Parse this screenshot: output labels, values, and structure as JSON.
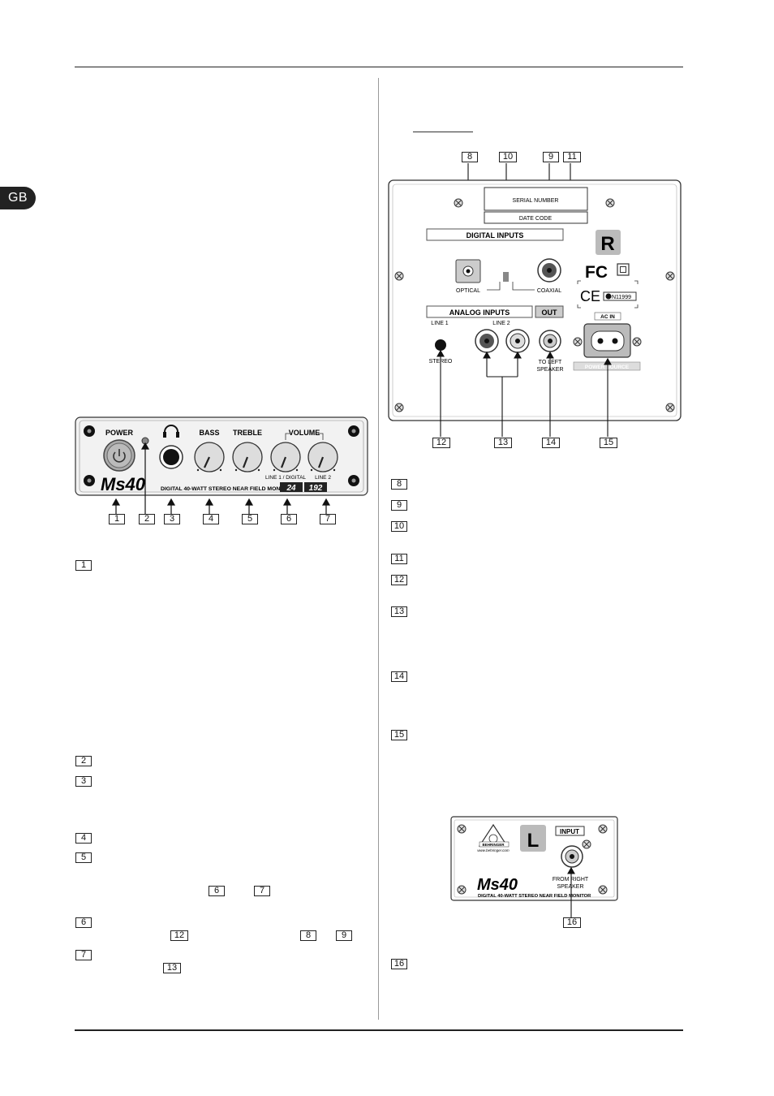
{
  "language_tab": "GB",
  "callouts": [
    "1",
    "2",
    "3",
    "4",
    "5",
    "6",
    "7",
    "8",
    "9",
    "10",
    "11",
    "12",
    "13",
    "14",
    "15",
    "16"
  ],
  "front_panel": {
    "power": "POWER",
    "bass": "BASS",
    "treble": "TREBLE",
    "volume": "VOLUME",
    "line1_digital": "LINE 1 / DIGITAL",
    "line2": "LINE 2",
    "model": "Ms40",
    "subtitle": "DIGITAL 40-WATT STEREO NEAR FIELD MONITOR",
    "badge_left": "24",
    "badge_right": "192"
  },
  "rear_panel_right": {
    "serial_number": "SERIAL NUMBER",
    "date_code": "DATE CODE",
    "digital_inputs": "DIGITAL INPUTS",
    "optical": "OPTICAL",
    "coaxial": "COAXIAL",
    "channel": "R",
    "fc": "FC",
    "ce": "CE",
    "n_code": "N11999",
    "analog_inputs": "ANALOG INPUTS",
    "out": "OUT",
    "line1": "LINE 1",
    "line2": "LINE 2",
    "stereo": "STEREO",
    "to_left_speaker_1": "TO LEFT",
    "to_left_speaker_2": "SPEAKER",
    "ac_in": "AC IN",
    "power_source": "POWER SOURCE"
  },
  "rear_panel_left": {
    "brand": "BEHRINGER",
    "url": "www.behringer.com",
    "channel": "L",
    "input": "INPUT",
    "from_right_1": "FROM RIGHT",
    "from_right_2": "SPEAKER",
    "model": "Ms40",
    "subtitle": "DIGITAL 40-WATT STEREO NEAR FIELD MONITOR"
  }
}
